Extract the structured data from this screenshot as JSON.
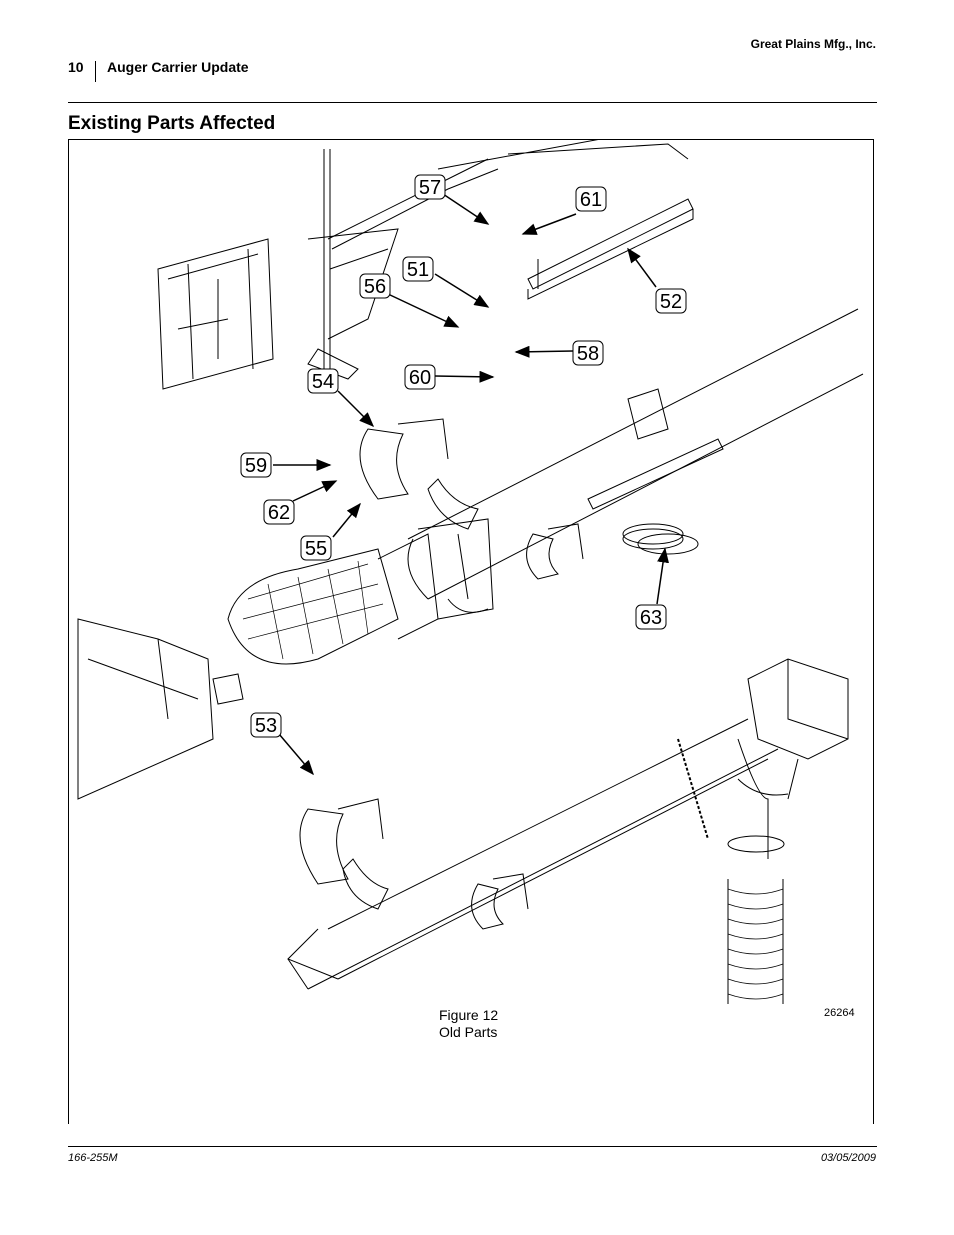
{
  "header": {
    "company": "Great Plains Mfg., Inc.",
    "page_number": "10",
    "section_title": "Auger Carrier Update"
  },
  "heading": "Existing Parts Affected",
  "figure": {
    "caption_line1": "Figure 12",
    "caption_line2": "Old Parts",
    "drawing_number": "26264",
    "callouts": [
      "51",
      "52",
      "53",
      "54",
      "55",
      "56",
      "57",
      "58",
      "59",
      "60",
      "61",
      "62",
      "63"
    ]
  },
  "footer": {
    "document_id": "166-255M",
    "date": "03/05/2009"
  }
}
